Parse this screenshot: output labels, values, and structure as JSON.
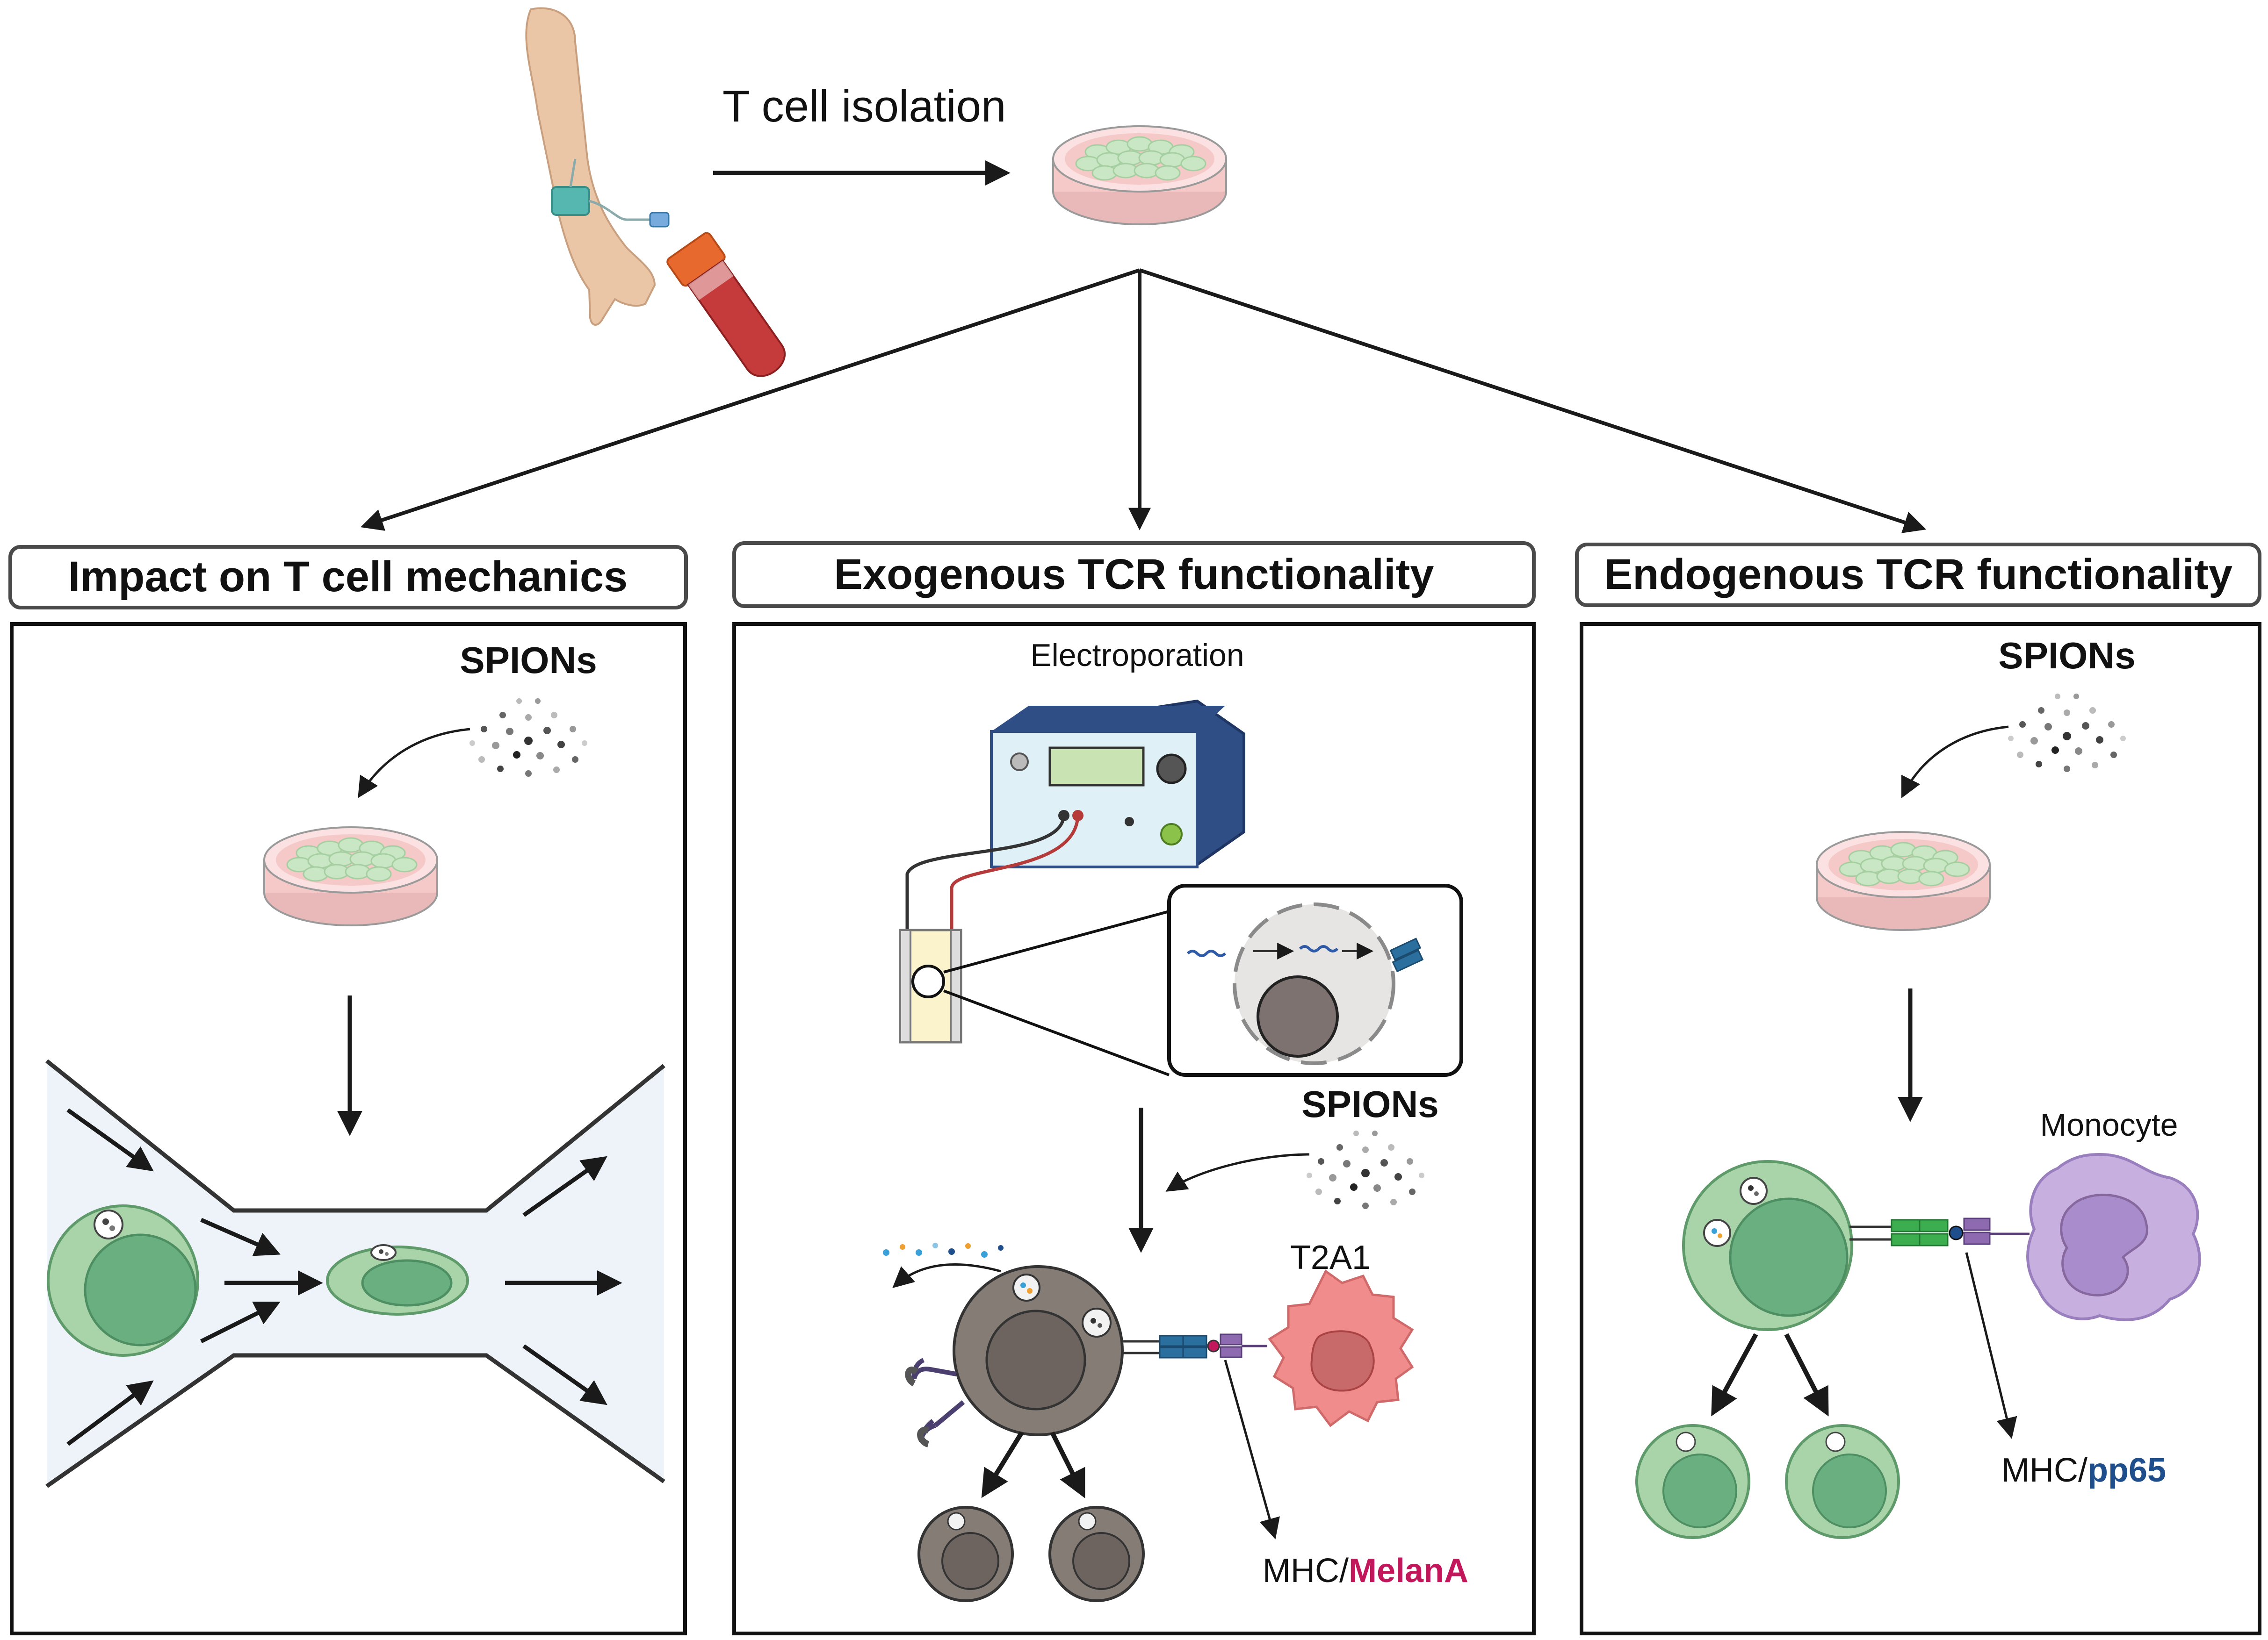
{
  "top": {
    "isolation_label": "T cell isolation"
  },
  "panels": [
    {
      "title": "Impact on T cell mechanics",
      "spions_label": "SPIONs"
    },
    {
      "title": "Exogenous TCR functionality",
      "electroporation_label": "Electroporation",
      "spions_label": "SPIONs",
      "target_label": "T2A1",
      "mhc_prefix": "MHC/",
      "antigen": "MelanA"
    },
    {
      "title": "Endogenous TCR functionality",
      "spions_label": "SPIONs",
      "target_label": "Monocyte",
      "mhc_prefix": "MHC/",
      "antigen": "pp65"
    }
  ],
  "colors": {
    "tcell_fill": "#a9d3a9",
    "tcell_nucleus": "#6aaf80",
    "dish_medium": "#f6c9c9",
    "engineered_cell": "#857c76",
    "t2a1_cell": "#f08c8c",
    "monocyte": "#c7b0e0",
    "melana": "#c2185b",
    "pp65": "#1f4e8c",
    "channel": "#eef3fa"
  }
}
